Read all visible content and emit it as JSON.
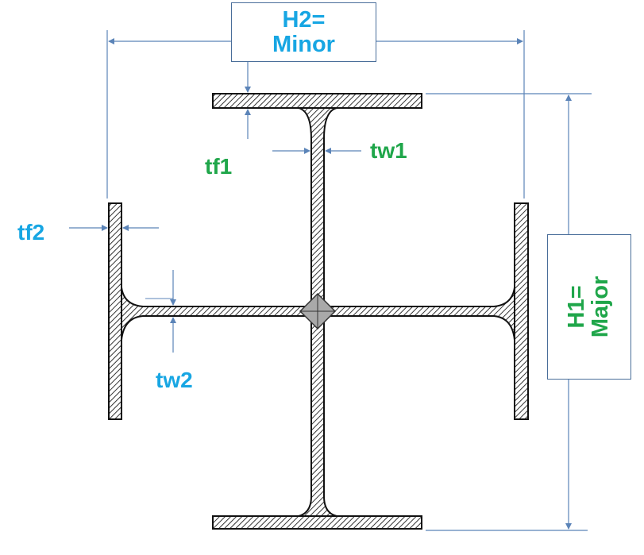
{
  "colors": {
    "blue_label": "#17a6e3",
    "green_label": "#1fa64a",
    "dimension_line": "#5b84b8",
    "section_outline": "#111111",
    "hatch_fill": "#555555"
  },
  "labels": {
    "h2_line1": "H2=",
    "h2_line2": "Minor",
    "h1_line1": "H1=",
    "h1_line2": "Major",
    "tf1": "tf1",
    "tw1": "tw1",
    "tf2": "tf2",
    "tw2": "tw2"
  }
}
